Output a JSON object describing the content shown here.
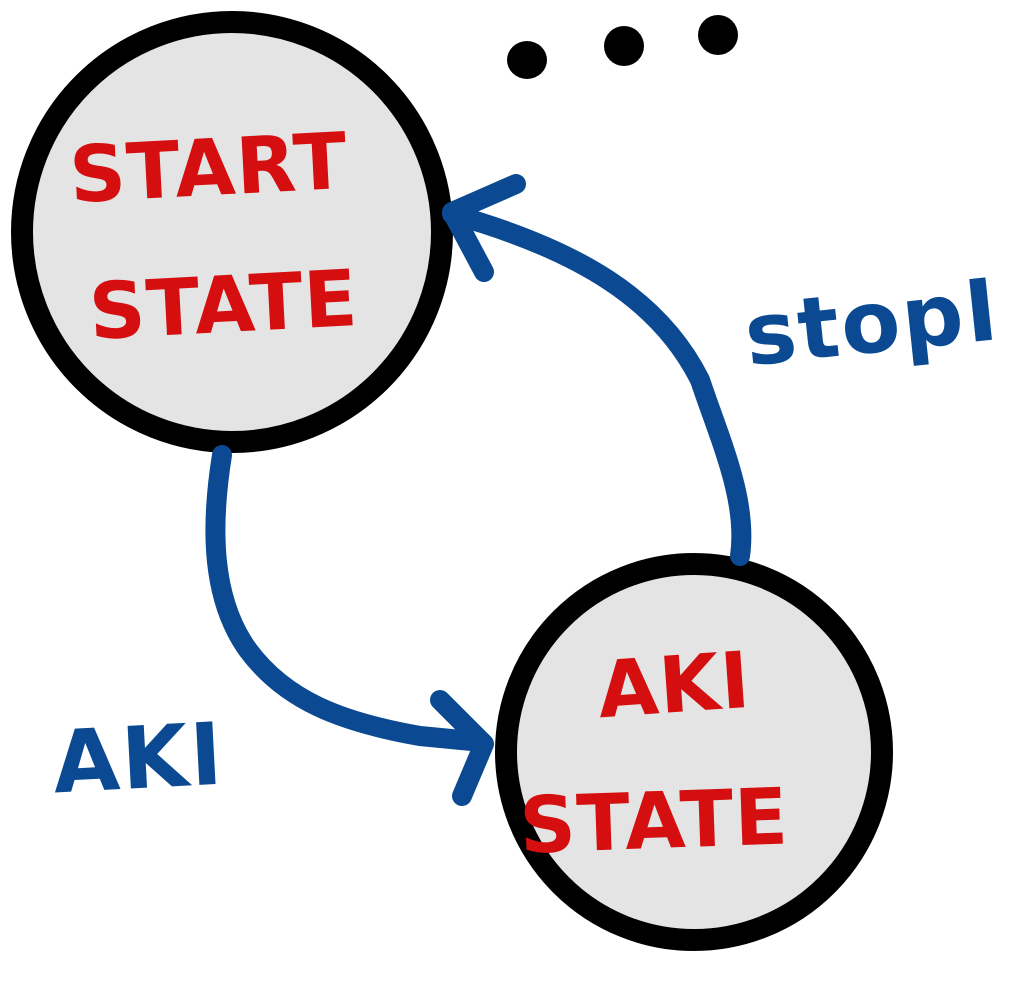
{
  "colors": {
    "node_fill": "#e4e4e4",
    "node_stroke": "#000000",
    "state_text": "#d50f0f",
    "edge": "#0b4a92",
    "background": "#ffffff"
  },
  "nodes": {
    "start": {
      "line1": "START",
      "line2": "STATE"
    },
    "aki": {
      "line1": "AKI",
      "line2": "STATE"
    }
  },
  "edges": {
    "start_to_aki": {
      "label": "AKI"
    },
    "aki_to_start": {
      "label": "stopI"
    }
  },
  "ellipsis_icon": "ellipsis-icon"
}
